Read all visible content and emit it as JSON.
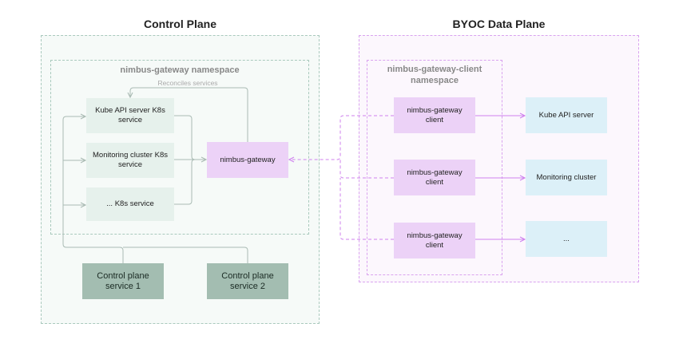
{
  "control_plane": {
    "title": "Control Plane",
    "namespace": {
      "title": "nimbus-gateway namespace",
      "reconciles_label": "Reconciles services",
      "services": [
        {
          "label": "Kube API server K8s\nservice"
        },
        {
          "label": "Monitoring cluster K8s\nservice"
        },
        {
          "label": "... K8s service"
        }
      ],
      "gateway": "nimbus-gateway"
    },
    "cp_services": [
      {
        "label": "Control plane\nservice 1"
      },
      {
        "label": "Control plane\nservice 2"
      }
    ]
  },
  "data_plane": {
    "title": "BYOC Data Plane",
    "namespace": {
      "title": "nimbus-gateway-client\nnamespace",
      "clients": [
        {
          "label": "nimbus-gateway\nclient"
        },
        {
          "label": "nimbus-gateway\nclient"
        },
        {
          "label": "nimbus-gateway\nclient"
        }
      ]
    },
    "targets": [
      {
        "label": "Kube API server"
      },
      {
        "label": "Monitoring cluster"
      },
      {
        "label": "..."
      }
    ]
  },
  "colors": {
    "control_border": "#a9c9bd",
    "control_bg": "#f6faf8",
    "data_border": "#d9a3ef",
    "data_bg": "#fcf7fd",
    "gray_edge": "#aabbb4",
    "purple_edge": "#cf82ee"
  }
}
